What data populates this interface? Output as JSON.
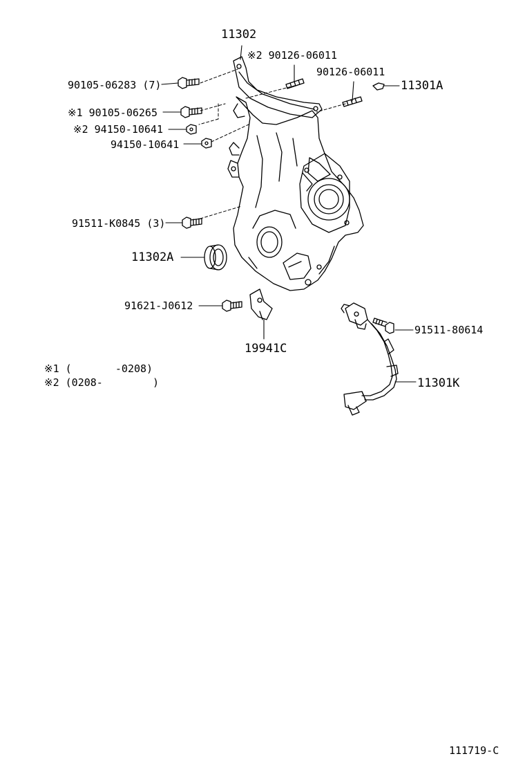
{
  "diagram_id": "111719-C",
  "labels": {
    "p11302": "11302",
    "m2_90126_a": "※2 90126-06011",
    "p90126_b": "90126-06011",
    "p90105_06283": "90105-06283 (7)",
    "p11301A": "11301A",
    "m1_90105_06265": "※1 90105-06265",
    "m2_94150": "※2 94150-10641",
    "p94150": "94150-10641",
    "p91511_K0845": "91511-K0845 (3)",
    "p11302A": "11302A",
    "p91621": "91621-J0612",
    "p19941C": "19941C",
    "p91511_80614": "91511-80614",
    "p11301K": "11301K"
  },
  "legend": {
    "note1": "※1 (       -0208)",
    "note2": "※2 (0208-        )"
  }
}
